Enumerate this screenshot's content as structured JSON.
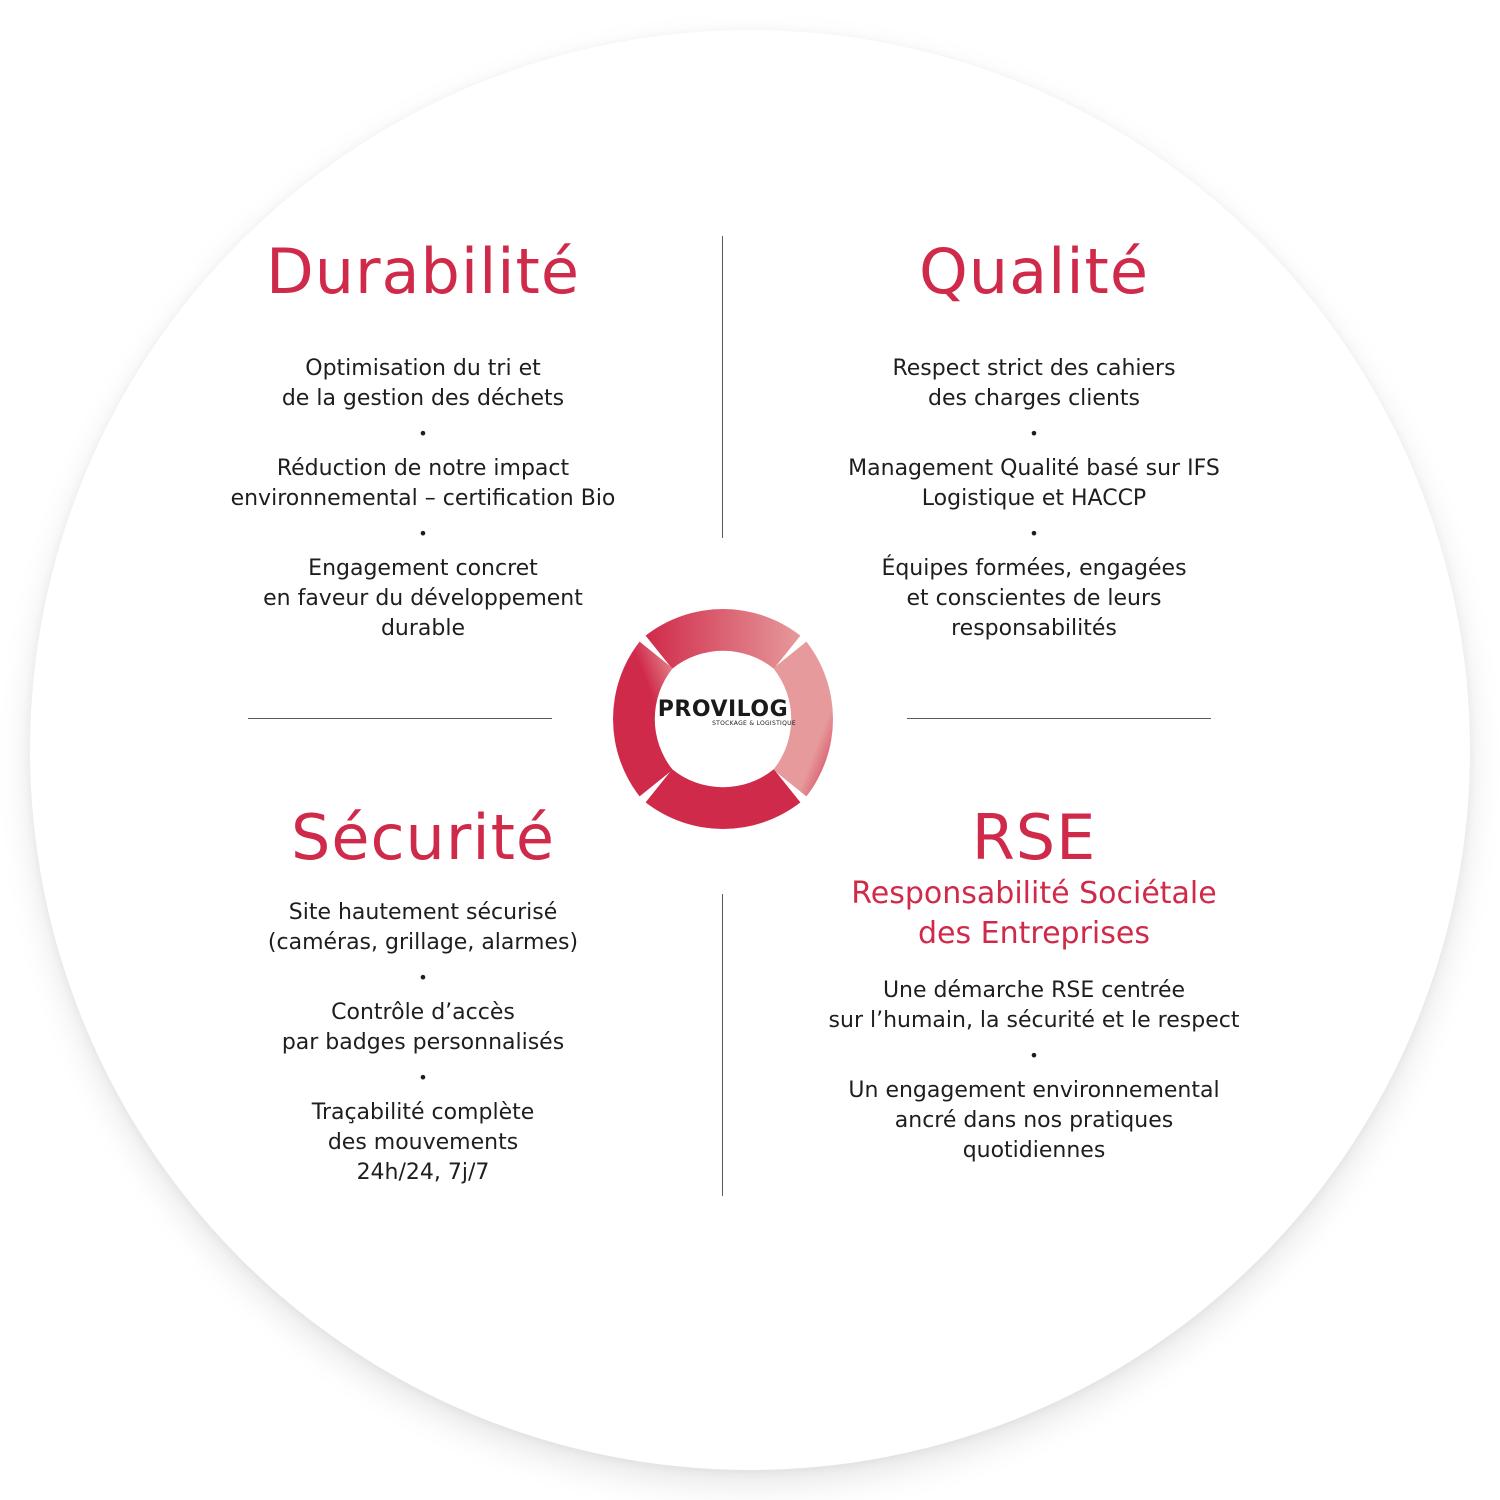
{
  "colors": {
    "accent": "#d02a4a",
    "accent_light": "#e69a9b",
    "text": "#1e1e1e",
    "divider": "#5a5a5a"
  },
  "quadrants": {
    "durabilite": {
      "title": "Durabilité",
      "items": [
        "Optimisation du tri et\nde la gestion des déchets",
        "Réduction de notre impact\nenvironnemental – certification Bio",
        "Engagement concret\nen faveur du développement\ndurable"
      ]
    },
    "qualite": {
      "title": "Qualité",
      "items": [
        "Respect strict des cahiers\ndes charges clients",
        "Management Qualité basé sur IFS\nLogistique et HACCP",
        "Équipes formées, engagées\net conscientes de leurs\nresponsabilités"
      ]
    },
    "securite": {
      "title": "Sécurité",
      "items": [
        "Site hautement sécurisé\n(caméras, grillage, alarmes)",
        "Contrôle d’accès\npar badges personnalisés",
        "Traçabilité complète\ndes mouvements\n24h/24, 7j/7"
      ]
    },
    "rse": {
      "title": "RSE",
      "subtitle": "Responsabilité Sociétale\ndes Entreprises",
      "items": [
        "Une démarche RSE centrée\nsur l’humain, la sécurité et le respect",
        "Un engagement environnemental\nancré dans nos pratiques\nquotidiennes"
      ]
    }
  },
  "separator_glyph": "•",
  "logo": {
    "brand": "PROVILOG",
    "tagline": "STOCKAGE & LOGISTIQUE"
  }
}
